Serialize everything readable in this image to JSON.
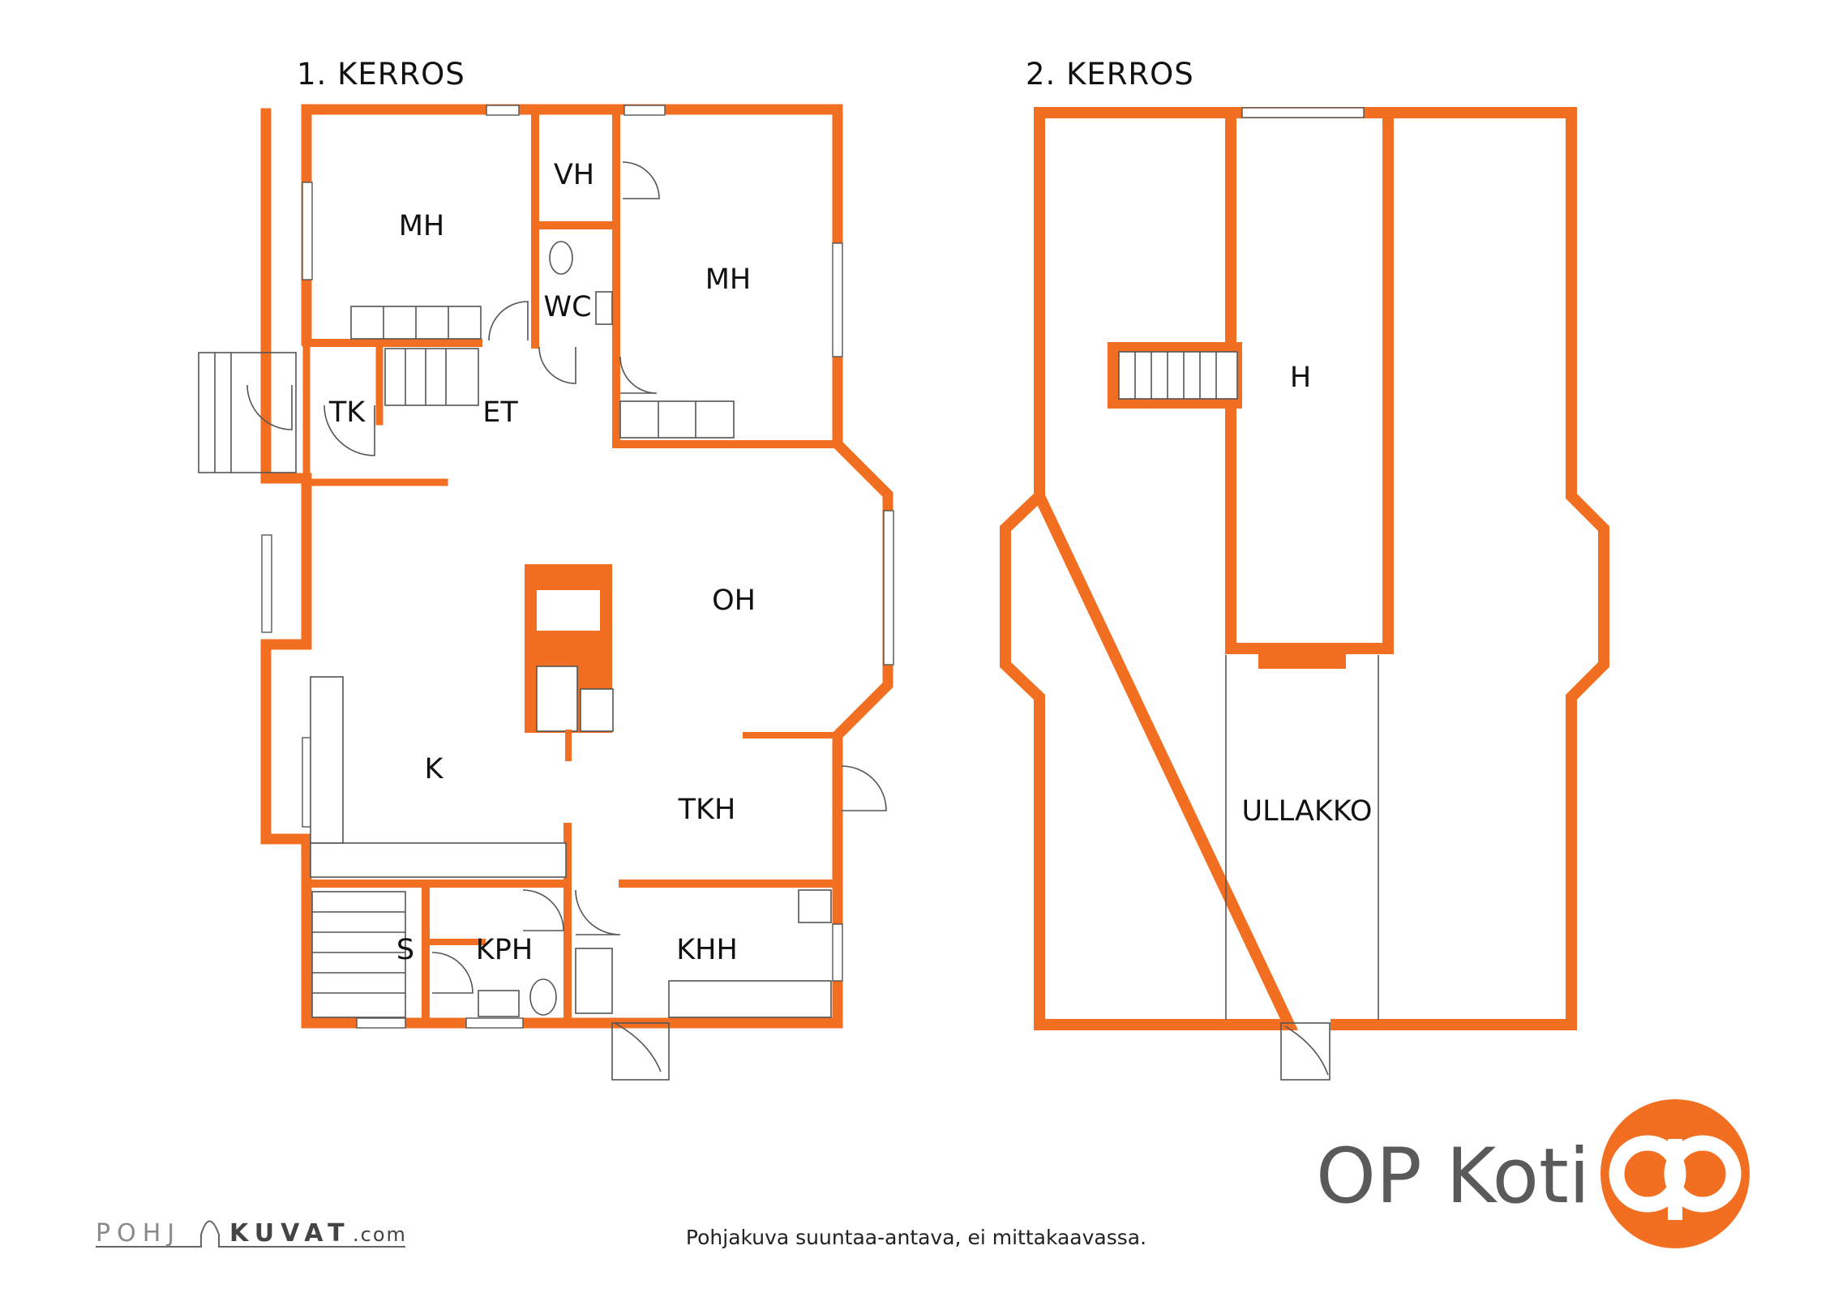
{
  "floors": [
    {
      "title": "1. KERROS",
      "rooms": [
        {
          "key": "mh1",
          "label": "MH"
        },
        {
          "key": "vh",
          "label": "VH"
        },
        {
          "key": "wc",
          "label": "WC"
        },
        {
          "key": "mh2",
          "label": "MH"
        },
        {
          "key": "tk",
          "label": "TK"
        },
        {
          "key": "et",
          "label": "ET"
        },
        {
          "key": "oh",
          "label": "OH"
        },
        {
          "key": "k",
          "label": "K"
        },
        {
          "key": "tkh",
          "label": "TKH"
        },
        {
          "key": "s",
          "label": "S"
        },
        {
          "key": "kph",
          "label": "KPH"
        },
        {
          "key": "khh",
          "label": "KHH"
        }
      ]
    },
    {
      "title": "2. KERROS",
      "rooms": [
        {
          "key": "h",
          "label": "H"
        },
        {
          "key": "ullakko",
          "label": "ULLAKKO"
        }
      ]
    }
  ],
  "footer": {
    "note": "Pohjakuva suuntaa-antava, ei mittakaavassa.",
    "pohjakuvat_logo": "POHJAKUVAT.com"
  },
  "brand": {
    "name": "OP Koti",
    "logo": "op-logo",
    "color": "#f26f21"
  },
  "colors": {
    "wall": "#f26f21",
    "line": "#555555",
    "text": "#111111"
  }
}
